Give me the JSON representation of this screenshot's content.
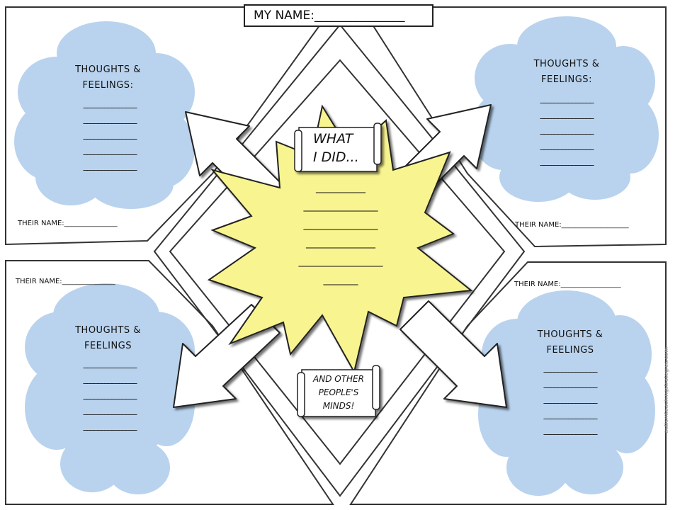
{
  "header": {
    "my_name_label": "MY NAME:_______________"
  },
  "quadrants": [
    {
      "position": "top-left",
      "thoughts_title_line1": "THOUGHTS &",
      "thoughts_title_line2": "FEELINGS:",
      "lines": "_______________\n_______________\n_______________\n_______________\n_______________",
      "their_name": "THEIR NAME:_______________"
    },
    {
      "position": "top-right",
      "thoughts_title_line1": "THOUGHTS &",
      "thoughts_title_line2": "FEELINGS:",
      "lines": "_______________\n_______________\n_______________\n_______________\n_______________",
      "their_name": "THEIR NAME:___________________"
    },
    {
      "position": "bottom-left",
      "thoughts_title_line1": "THOUGHTS &",
      "thoughts_title_line2": "FEELINGS",
      "lines": "_______________\n_______________\n_______________\n_______________\n_______________",
      "their_name": "THEIR NAME:_______________"
    },
    {
      "position": "bottom-right",
      "thoughts_title_line1": "THOUGHTS &",
      "thoughts_title_line2": "FEELINGS",
      "lines": "_______________\n_______________\n_______________\n_______________\n_______________",
      "their_name": "THEIR NAME:_________________"
    }
  ],
  "center": {
    "what_i_did_line1": "WHAT",
    "what_i_did_line2": "I DID...",
    "answer_lines": "__________\n_______________\n_______________\n______________\n_________________\n_______",
    "other_minds_line1": "AND OTHER",
    "other_minds_line2": "PEOPLE'S",
    "other_minds_line3": "MINDS!"
  },
  "credit": "autismteachingstrategies.com",
  "colors": {
    "cloud": "#b9d3ee",
    "burst": "#f8f48f",
    "outline": "#333333"
  }
}
